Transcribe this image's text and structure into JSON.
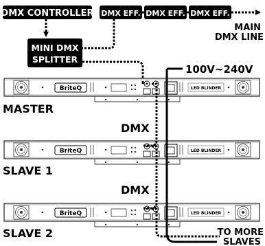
{
  "top_row": {
    "controller": "DMX CONTROLLER",
    "effect_1": "DMX EFF.",
    "effect_2": "DMX EFF.",
    "effect_3": "DMX EFF."
  },
  "main_line": {
    "line1": "MAIN",
    "line2": "DMX LINE"
  },
  "splitter": {
    "line1": "MINI DMX",
    "line2": "SPLITTER"
  },
  "power_label": "100V~240V",
  "fixture_brand": "BriteQ",
  "fixture_model": "LED BLINDER",
  "units": [
    {
      "label": "MASTER"
    },
    {
      "label": "SLAVE 1"
    },
    {
      "label": "SLAVE 2"
    }
  ],
  "dmx_link_1": "DMX",
  "dmx_link_2": "DMX",
  "to_more": {
    "line1": "TO MORE",
    "line2": "SLAVES"
  },
  "colors": {
    "ink": "#000000",
    "fill": "#ffffff",
    "body_line": "#222222"
  }
}
